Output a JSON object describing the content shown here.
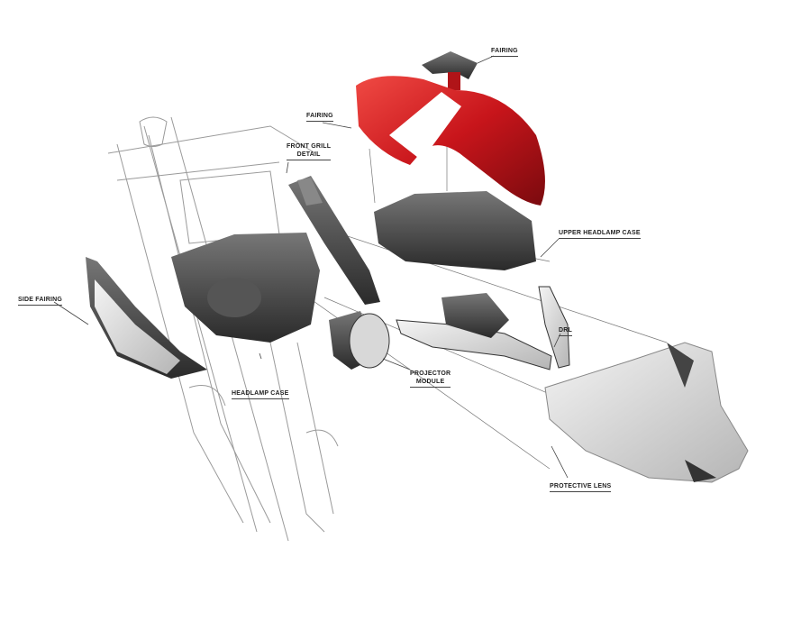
{
  "labels": {
    "fairing_top": "FAIRING",
    "fairing": "FAIRING",
    "front_grill_line1": "FRONT GRILL",
    "front_grill_line2": "DETAIL",
    "upper_headlamp_case": "UPPER HEADLAMP CASE",
    "drl": "DRL",
    "side_fairing": "SIDE FAIRING",
    "headlamp_case": "HEADLAMP CASE",
    "projector_line1": "PROJECTOR",
    "projector_line2": "MODULE",
    "protective_lens": "PROTECTIVE LENS"
  },
  "colors": {
    "fairing_red": "#c8151b",
    "case_dark": "#3a3a3a",
    "lens_grey": "#d9d9d9",
    "sketch_line": "#9a9a9a"
  }
}
